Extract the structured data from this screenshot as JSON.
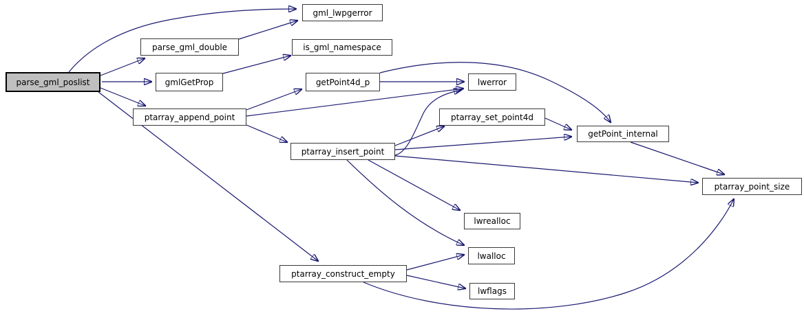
{
  "diagram": {
    "type": "call-graph",
    "edge_color": "#191970",
    "node_border_color": "#383838",
    "highlight_fill": "#bfbfbf",
    "nodes": [
      {
        "label": "parse_gml_poslist",
        "highlighted": true
      },
      {
        "label": "parse_gml_double",
        "highlighted": false
      },
      {
        "label": "gmlGetProp",
        "highlighted": false
      },
      {
        "label": "gml_lwpgerror",
        "highlighted": false
      },
      {
        "label": "is_gml_namespace",
        "highlighted": false
      },
      {
        "label": "getPoint4d_p",
        "highlighted": false
      },
      {
        "label": "lwerror",
        "highlighted": false
      },
      {
        "label": "ptarray_append_point",
        "highlighted": false
      },
      {
        "label": "ptarray_set_point4d",
        "highlighted": false
      },
      {
        "label": "getPoint_internal",
        "highlighted": false
      },
      {
        "label": "ptarray_insert_point",
        "highlighted": false
      },
      {
        "label": "ptarray_point_size",
        "highlighted": false
      },
      {
        "label": "lwrealloc",
        "highlighted": false
      },
      {
        "label": "lwalloc",
        "highlighted": false
      },
      {
        "label": "ptarray_construct_empty",
        "highlighted": false
      },
      {
        "label": "lwflags",
        "highlighted": false
      }
    ],
    "edges": [
      {
        "from": "parse_gml_poslist",
        "to": "gml_lwpgerror"
      },
      {
        "from": "parse_gml_poslist",
        "to": "parse_gml_double"
      },
      {
        "from": "parse_gml_poslist",
        "to": "gmlGetProp"
      },
      {
        "from": "parse_gml_poslist",
        "to": "ptarray_append_point"
      },
      {
        "from": "parse_gml_poslist",
        "to": "ptarray_construct_empty"
      },
      {
        "from": "parse_gml_double",
        "to": "gml_lwpgerror"
      },
      {
        "from": "gmlGetProp",
        "to": "is_gml_namespace"
      },
      {
        "from": "ptarray_append_point",
        "to": "getPoint4d_p"
      },
      {
        "from": "ptarray_append_point",
        "to": "lwerror"
      },
      {
        "from": "ptarray_append_point",
        "to": "ptarray_insert_point"
      },
      {
        "from": "getPoint4d_p",
        "to": "lwerror"
      },
      {
        "from": "getPoint4d_p",
        "to": "getPoint_internal"
      },
      {
        "from": "ptarray_insert_point",
        "to": "lwerror"
      },
      {
        "from": "ptarray_insert_point",
        "to": "ptarray_set_point4d"
      },
      {
        "from": "ptarray_insert_point",
        "to": "getPoint_internal"
      },
      {
        "from": "ptarray_insert_point",
        "to": "ptarray_point_size"
      },
      {
        "from": "ptarray_insert_point",
        "to": "lwrealloc"
      },
      {
        "from": "ptarray_insert_point",
        "to": "lwalloc"
      },
      {
        "from": "ptarray_set_point4d",
        "to": "getPoint_internal"
      },
      {
        "from": "getPoint_internal",
        "to": "ptarray_point_size"
      },
      {
        "from": "ptarray_construct_empty",
        "to": "lwalloc"
      },
      {
        "from": "ptarray_construct_empty",
        "to": "lwflags"
      },
      {
        "from": "ptarray_construct_empty",
        "to": "ptarray_point_size"
      }
    ]
  }
}
